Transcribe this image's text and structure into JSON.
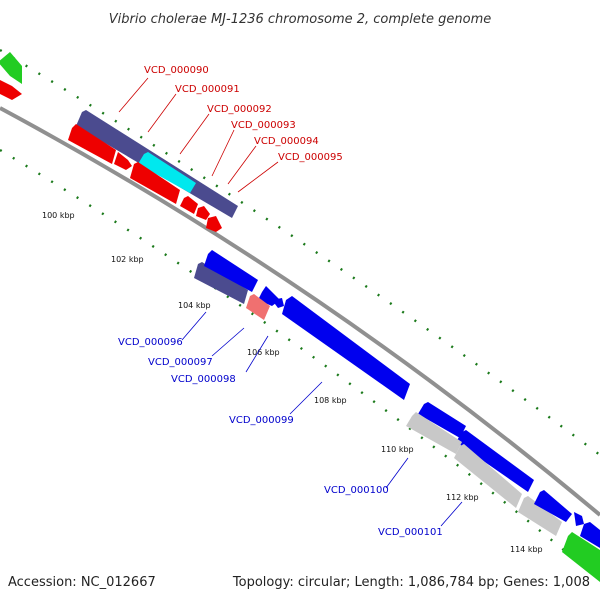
{
  "title": "Vibrio cholerae MJ-1236 chromosome 2, complete genome",
  "footer": {
    "accession": "Accession: NC_012667",
    "summary": "Topology: circular; Length: 1,086,784 bp; Genes: 1,008"
  },
  "colors": {
    "cds": "#0000ee",
    "cds_red": "#ee0000",
    "dark_blue": "#4b4b8f",
    "cyan": "#00e8ee",
    "pink": "#f07070",
    "gray_gene": "#c8c8c8",
    "green_gene": "#22cc22",
    "backbone": "#909090",
    "tick": "#1b7a1b",
    "label_red": "#cc0000",
    "label_blue": "#0000cc"
  },
  "ticks": [
    "100 kbp",
    "102 kbp",
    "104 kbp",
    "106 kbp",
    "108 kbp",
    "110 kbp",
    "112 kbp",
    "114 kbp"
  ],
  "gene_labels_top": [
    "VCD_000090",
    "VCD_000091",
    "VCD_000092",
    "VCD_000093",
    "VCD_000094",
    "VCD_000095"
  ],
  "gene_labels_bottom": [
    "VCD_000096",
    "VCD_000097",
    "VCD_000098",
    "VCD_000099",
    "VCD_000100",
    "VCD_000101"
  ]
}
